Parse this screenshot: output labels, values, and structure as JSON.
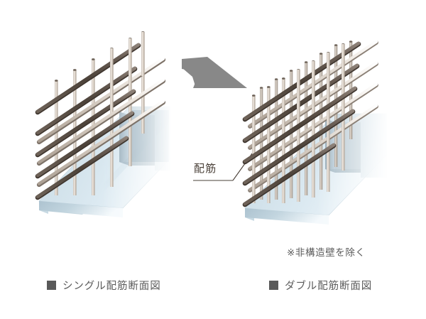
{
  "figure": {
    "title_single": "■ シングル配筋断面図",
    "title_double": "■ ダブル配筋断面図",
    "captions": {
      "single": "シングル配筋断面図",
      "double": "ダブル配筋断面図"
    },
    "note": "※非構造壁を除く",
    "callout": "配筋",
    "arrow": "right-arrow",
    "bullet_glyph": "■"
  },
  "colors": {
    "background": "#ffffff",
    "arrow": "#888888",
    "caption_text": "#5b5b5b",
    "caption_bullet": "#595959",
    "callout_text": "#4a4038",
    "callout_line": "#4a4038",
    "concrete_front": "#b4c9d5",
    "concrete_top": "#cfdfe8",
    "concrete_side": "#9fb4c0",
    "concrete_fade": "#eef4f8",
    "rebar_horizontal_dark": "#5a5048",
    "rebar_horizontal_light": "#a79b90",
    "rebar_vertical_light": "#ded6cc",
    "rebar_vertical_shadow": "#b5aca2",
    "rebar_cap": "#6d6258"
  },
  "diagrams": [
    {
      "id": "single-reinforcement-section",
      "name": "single-reinforcement-diagram",
      "layers": 1,
      "vertical_bars": 6,
      "horizontal_bars": 7,
      "wall": "concrete-wall-block"
    },
    {
      "id": "double-reinforcement-section",
      "name": "double-reinforcement-diagram",
      "layers": 2,
      "vertical_bars": 12,
      "horizontal_bars": 14,
      "wall": "concrete-wall-block"
    }
  ]
}
